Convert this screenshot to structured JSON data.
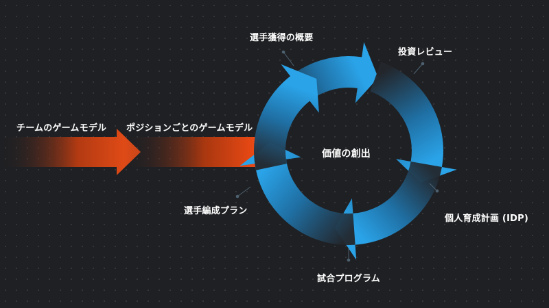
{
  "flow": {
    "team_model": "チームのゲームモデル",
    "position_model": "ポジションごとのゲームモデル"
  },
  "cycle": {
    "center": "価値の創出",
    "stages": [
      {
        "label": "選手獲得の概要"
      },
      {
        "label": "投資レビュー"
      },
      {
        "label": "個人育成計画 (IDP)"
      },
      {
        "label": "試合プログラム"
      },
      {
        "label": "選手編成プラン"
      }
    ]
  },
  "colors": {
    "background": "#1f2023",
    "cycle_blue": "#2aa3e8",
    "flow_orange": "#e84a12",
    "leader_line": "#4d6170"
  }
}
